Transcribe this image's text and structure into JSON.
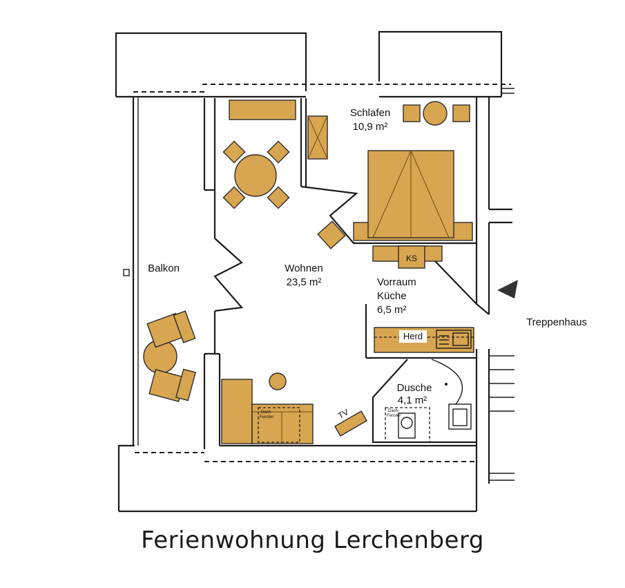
{
  "title": "Ferienwohnung Lerchenberg",
  "colors": {
    "furniture": "#d8a650",
    "walls": "#1a1a1a",
    "background": "#ffffff"
  },
  "rooms": {
    "schlafen": {
      "name": "Schlafen",
      "area": "10,9 m²"
    },
    "wohnen": {
      "name": "Wohnen",
      "area": "23,5 m²"
    },
    "vorraum": {
      "name": "Vorraum",
      "name2": "Küche",
      "area": "6,5 m²"
    },
    "dusche": {
      "name": "Dusche",
      "area": "4,1 m²"
    },
    "balkon": {
      "name": "Balkon"
    },
    "treppenhaus": {
      "name": "Treppenhaus"
    }
  },
  "fixtures": {
    "ks": "KS",
    "herd": "Herd",
    "tv": "TV",
    "dachfenster_line1": "Dach-",
    "dachfenster_line2": "Fenster"
  }
}
